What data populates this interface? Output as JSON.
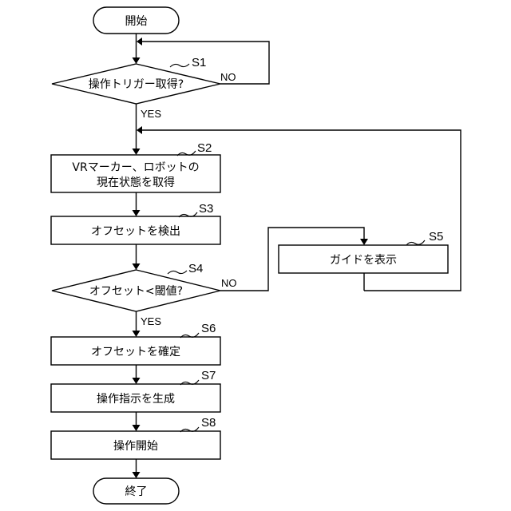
{
  "flowchart": {
    "start": "開始",
    "end": "終了",
    "steps": {
      "s1": {
        "id": "S1",
        "text": "操作トリガー取得?"
      },
      "s2": {
        "id": "S2",
        "line1": "VRマーカー、ロボットの",
        "line2": "現在状態を取得"
      },
      "s3": {
        "id": "S3",
        "text": "オフセットを検出"
      },
      "s4": {
        "id": "S4",
        "text": "オフセット<閾値?"
      },
      "s5": {
        "id": "S5",
        "text": "ガイドを表示"
      },
      "s6": {
        "id": "S6",
        "text": "オフセットを確定"
      },
      "s7": {
        "id": "S7",
        "text": "操作指示を生成"
      },
      "s8": {
        "id": "S8",
        "text": "操作開始"
      }
    },
    "branches": {
      "s1_yes": "YES",
      "s1_no": "NO",
      "s4_yes": "YES",
      "s4_no": "NO"
    }
  }
}
